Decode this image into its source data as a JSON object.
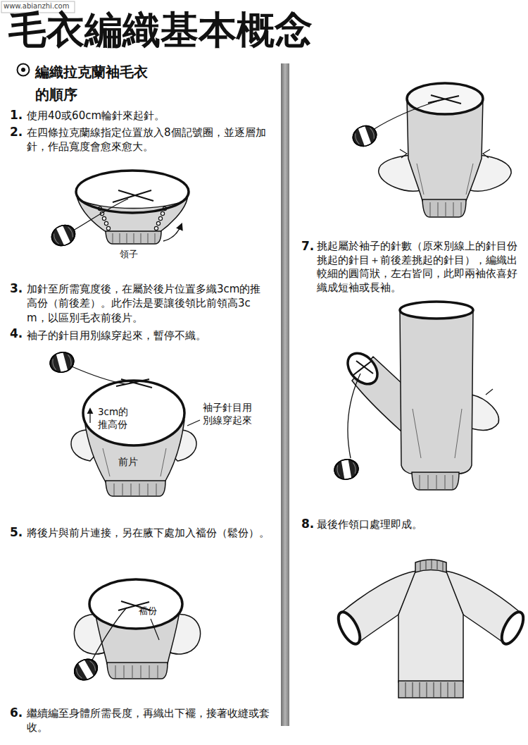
{
  "diagram": {
    "title": "毛衣編織基本概念",
    "labels": [
      "www.abianzhi.com",
      "編織拉克蘭袖毛衣的順序",
      "1.",
      "使用40或60cm輪針來起針。",
      "2.",
      "在四條拉克蘭線指定位置放入8個記號圈，並逐層加針，作品寬度會愈來愈大。",
      "領子",
      "3.",
      "加針至所需寬度後，在屬於後片位置多織3cm的推高份（前後差）。此作法是要讓後領比前領高3cm，以區別毛衣前後片。",
      "4.",
      "袖子的針目用別線穿起來，暫停不織。",
      "3cm的推高份",
      "袖子針目用別線穿起來",
      "前片",
      "5.",
      "將後片與前片連接，另在腋下處加入襠份（鬆份）。",
      "襠份",
      "6.",
      "繼續編至身體所需長度，再織出下襬，接著收縫或套收。",
      "7.",
      "挑起屬於袖子的針數（原來別線上的針目份挑起的針目＋前後差挑起的針目），編織出較細的圓筒狀，左右皆同，此即兩袖依喜好織成短袖或長袖。",
      "8.",
      "最後作領口處理即成。"
    ]
  }
}
